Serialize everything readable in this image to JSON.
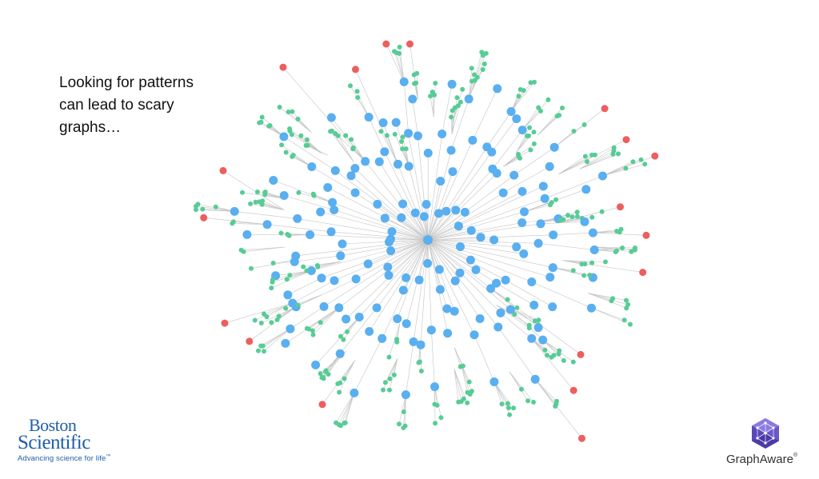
{
  "slide": {
    "headline_lines": [
      "Looking for patterns",
      "can lead to scary",
      "graphs…"
    ]
  },
  "logos": {
    "left": {
      "line1": "Boston",
      "line2": "Scientific",
      "tagline": "Advancing science for life",
      "tagline_mark": "™"
    },
    "right": {
      "wordmark": "GraphAware",
      "mark": "®"
    }
  },
  "graph": {
    "colors": {
      "hub": "#59aff0",
      "leaf": "#57cc95",
      "alert": "#ee5e5e",
      "edge": "#c4c4c4",
      "logo_blue": "#1f5ea8",
      "ga_purple_light": "#8a7be0",
      "ga_purple_dark": "#4b3aa8"
    },
    "layout": "radial-hairball",
    "node_types": [
      "hub",
      "leaf",
      "alert"
    ]
  }
}
